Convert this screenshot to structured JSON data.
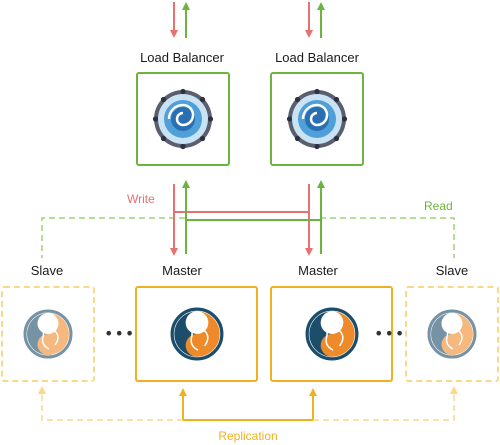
{
  "labels": {
    "lb_left": "Load Balancer",
    "lb_right": "Load Balancer",
    "write": "Write",
    "read": "Read",
    "slave_left": "Slave",
    "master_left": "Master",
    "master_right": "Master",
    "slave_right": "Slave",
    "replication": "Replication",
    "ellipsis": "•••"
  },
  "colors": {
    "write": "#e8716f",
    "read": "#6db33f",
    "replication": "#f0b020",
    "slave_link": "#f7d98a",
    "read_dashed": "#9fd27a"
  },
  "icons": {
    "load_balancer": "load-balancer-swirl-icon",
    "database": "mysql-database-icon"
  }
}
